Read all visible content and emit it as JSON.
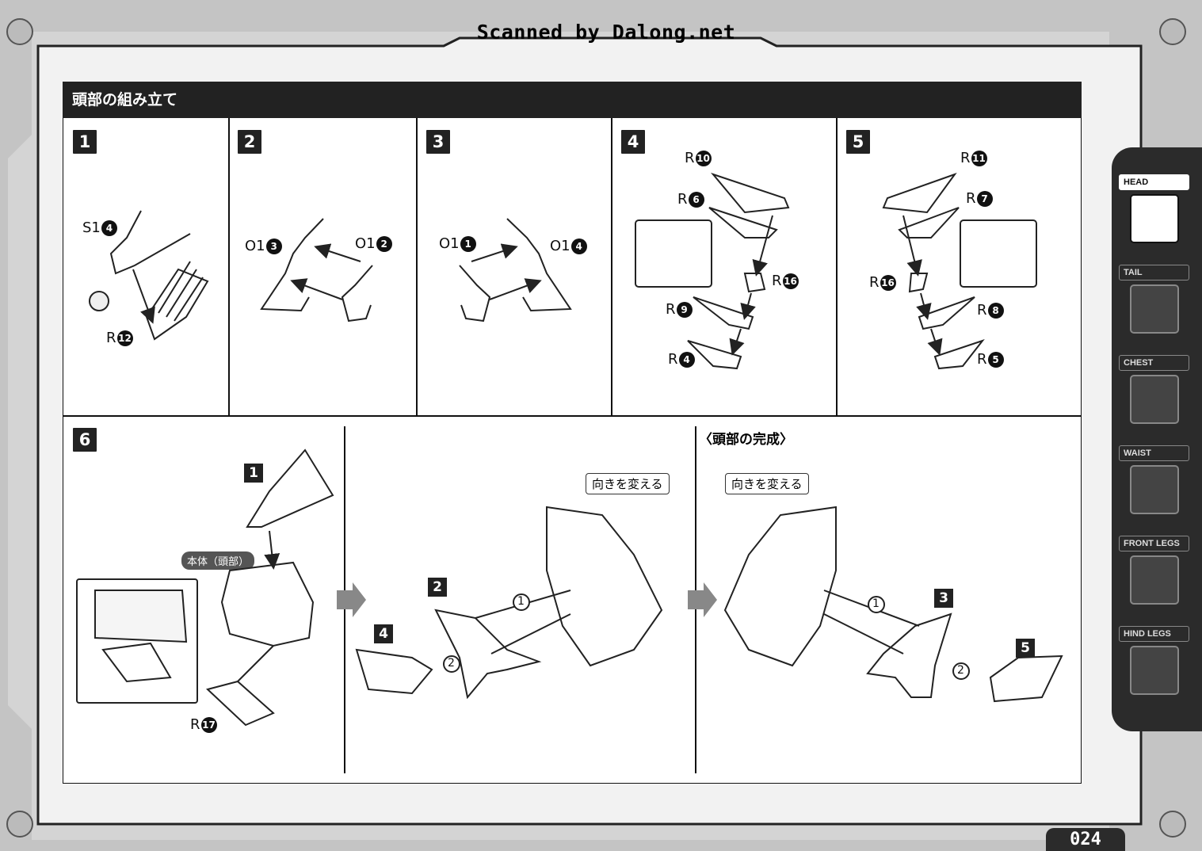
{
  "watermark": "Scanned by Dalong.net",
  "section_title": "頭部の組み立て",
  "steps": [
    {
      "number": "1",
      "labels": [
        {
          "prefix": "S1",
          "num": "4"
        },
        {
          "prefix": "R",
          "num": "12"
        }
      ]
    },
    {
      "number": "2",
      "labels": [
        {
          "prefix": "O1",
          "num": "3"
        },
        {
          "prefix": "O1",
          "num": "2"
        }
      ]
    },
    {
      "number": "3",
      "labels": [
        {
          "prefix": "O1",
          "num": "1"
        },
        {
          "prefix": "O1",
          "num": "4"
        }
      ]
    },
    {
      "number": "4",
      "labels": [
        {
          "prefix": "R",
          "num": "10"
        },
        {
          "prefix": "R",
          "num": "6"
        },
        {
          "prefix": "R",
          "num": "16"
        },
        {
          "prefix": "R",
          "num": "9"
        },
        {
          "prefix": "R",
          "num": "4"
        }
      ]
    },
    {
      "number": "5",
      "labels": [
        {
          "prefix": "R",
          "num": "11"
        },
        {
          "prefix": "R",
          "num": "7"
        },
        {
          "prefix": "R",
          "num": "16"
        },
        {
          "prefix": "R",
          "num": "8"
        },
        {
          "prefix": "R",
          "num": "5"
        }
      ]
    },
    {
      "number": "6",
      "labels": [
        {
          "prefix": "R",
          "num": "17"
        }
      ]
    }
  ],
  "step6": {
    "body_label": "本体（頭部）",
    "sub_step_1": "1",
    "sub_step_2": "2",
    "sub_step_3": "3",
    "sub_step_4": "4",
    "sub_step_5": "5",
    "turn_label_1": "向きを変える",
    "turn_label_2": "向きを変える",
    "completion_label": "〈頭部の完成〉",
    "order_1": "1",
    "order_2": "2"
  },
  "sidebar": {
    "tabs": [
      {
        "label": "HEAD",
        "active": true
      },
      {
        "label": "TAIL",
        "active": false
      },
      {
        "label": "CHEST",
        "active": false
      },
      {
        "label": "WAIST",
        "active": false
      },
      {
        "label": "FRONT LEGS",
        "active": false
      },
      {
        "label": "HIND LEGS",
        "active": false
      }
    ]
  },
  "page_number": "024"
}
